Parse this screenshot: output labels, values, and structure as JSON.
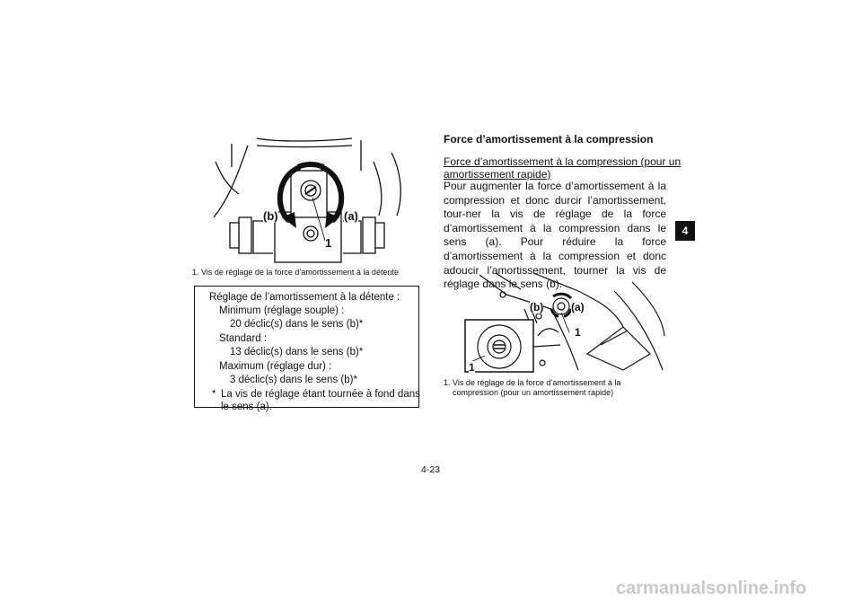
{
  "figure_1": {
    "labels": {
      "b": "(b)",
      "a": "(a)",
      "one": "1"
    },
    "caption": {
      "number": "1.",
      "text": "Vis de réglage de la force d’amortissement à la détente"
    }
  },
  "spec_box": {
    "title": "Réglage de l’amortissement à la détente :",
    "min_label": "Minimum (réglage souple) :",
    "min_value": "20 déclic(s) dans le sens (b)*",
    "std_label": "Standard :",
    "std_value": "13 déclic(s) dans le sens (b)*",
    "max_label": "Maximum (réglage dur) :",
    "max_value": "3 déclic(s) dans le sens (b)*",
    "footnote_mark": "*",
    "footnote_line1": "La vis de réglage étant tournée à fond dans",
    "footnote_line2": "le sens (a)."
  },
  "right_col": {
    "heading": "Force d’amortissement à la compression",
    "sub1": "Force d’amortissement à la compression (pour un",
    "sub2": "amortissement rapide)",
    "para": "Pour augmenter la force d’amortissement à la compression et donc durcir l’amortissement, tour-ner la vis de réglage de la force d’amortissement à la compression dans le sens (a). Pour réduire la force d’amortissement à la compression et donc adoucir l’amortissement, tourner la vis de réglage dans le sens (b)."
  },
  "figure_2": {
    "labels": {
      "b": "(b)",
      "a": "(a)",
      "one_a": "1",
      "one_b": "1"
    },
    "caption": {
      "number": "1.",
      "line1": "Vis de réglage de la force d’amortissement à la",
      "line2": "compression (pour un amortissement rapide)"
    }
  },
  "page_number": "4-23",
  "tab_label": "4",
  "watermark": "carmanualsonline.info"
}
